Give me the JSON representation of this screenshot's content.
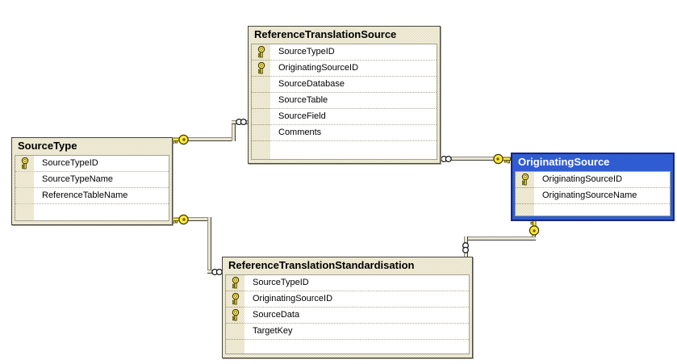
{
  "diagram": {
    "kind": "database-relationship-diagram",
    "colors": {
      "canvas": "#ffffff",
      "table_fill": "#d9d0a2",
      "table_border": "#45443c",
      "selected_caption": "#2c58cf",
      "selected_border": "#16257b",
      "key_yellow": "#ffe93e",
      "row_separator": "#b2aa8e"
    },
    "tables": [
      {
        "title": "SourceType",
        "selected": false,
        "columns": [
          {
            "name": "SourceTypeID",
            "pk": true
          },
          {
            "name": "SourceTypeName",
            "pk": false
          },
          {
            "name": "ReferenceTableName",
            "pk": false
          }
        ]
      },
      {
        "title": "ReferenceTranslationSource",
        "selected": false,
        "columns": [
          {
            "name": "SourceTypeID",
            "pk": true
          },
          {
            "name": "OriginatingSourceID",
            "pk": true
          },
          {
            "name": "SourceDatabase",
            "pk": false
          },
          {
            "name": "SourceTable",
            "pk": false
          },
          {
            "name": "SourceField",
            "pk": false
          },
          {
            "name": "Comments",
            "pk": false
          }
        ]
      },
      {
        "title": "OriginatingSource",
        "selected": true,
        "columns": [
          {
            "name": "OriginatingSourceID",
            "pk": true
          },
          {
            "name": "OriginatingSourceName",
            "pk": false
          }
        ]
      },
      {
        "title": "ReferenceTranslationStandardisation",
        "selected": false,
        "columns": [
          {
            "name": "SourceTypeID",
            "pk": true
          },
          {
            "name": "OriginatingSourceID",
            "pk": true
          },
          {
            "name": "SourceData",
            "pk": true
          },
          {
            "name": "TargetKey",
            "pk": false
          }
        ]
      }
    ],
    "relationships": [
      {
        "one_end": "SourceType",
        "many_end": "ReferenceTranslationSource"
      },
      {
        "one_end": "SourceType",
        "many_end": "ReferenceTranslationStandardisation"
      },
      {
        "one_end": "OriginatingSource",
        "many_end": "ReferenceTranslationSource"
      },
      {
        "one_end": "OriginatingSource",
        "many_end": "ReferenceTranslationStandardisation"
      }
    ]
  }
}
